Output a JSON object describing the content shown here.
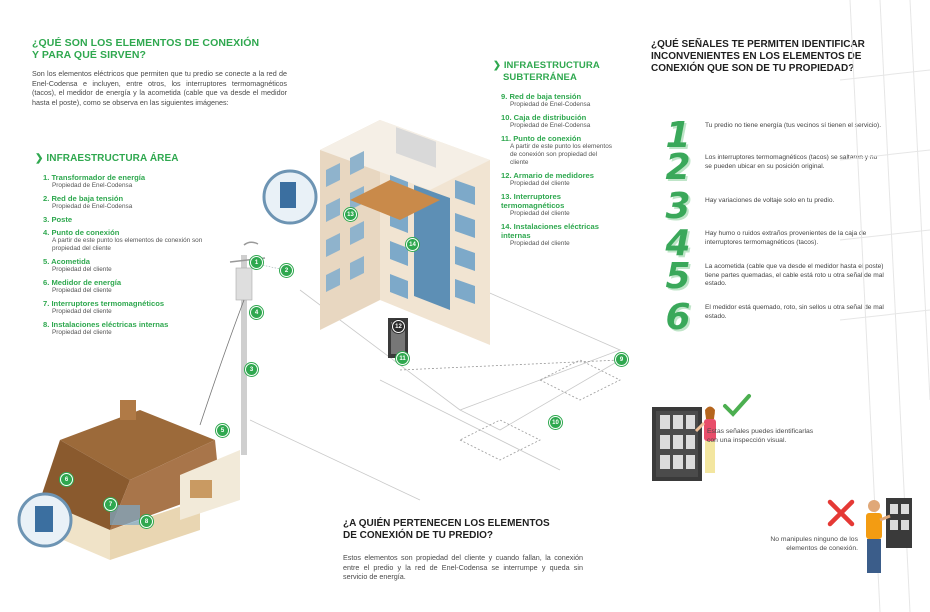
{
  "left_section": {
    "title_line1": "¿QUÉ SON LOS ELEMENTOS DE CONEXIÓN",
    "title_line2": "Y PARA QUÉ SIRVEN?",
    "body": "Son los elementos eléctricos que permiten que tu predio se conecte a la red de Enel-Codensa e incluyen, entre otros, los interruptores termomagnéticos (tacos), el medidor de energía y la acometida (cable que va desde el medidor hasta el poste), como se observa en las siguientes imágenes:"
  },
  "aerial": {
    "title": "INFRAESTRUCTURA ÁREA",
    "items": [
      {
        "label": "1. Transformador de energía",
        "sub": "Propiedad de Enel-Codensa"
      },
      {
        "label": "2. Red de baja tensión",
        "sub": "Propiedad de Enel-Codensa"
      },
      {
        "label": "3. Poste",
        "sub": ""
      },
      {
        "label": "4. Punto de conexión",
        "sub": "A partir de este punto los elementos de conexión son propiedad del cliente"
      },
      {
        "label": "5. Acometida",
        "sub": "Propiedad del cliente"
      },
      {
        "label": "6. Medidor de energía",
        "sub": "Propiedad del cliente"
      },
      {
        "label": "7. Interruptores termomagnéticos",
        "sub": "Propiedad del cliente"
      },
      {
        "label": "8. Instalaciones eléctricas internas",
        "sub": "Propiedad del cliente"
      }
    ]
  },
  "underground": {
    "title_line1": "INFRAESTRUCTURA",
    "title_line2": "SUBTERRÁNEA",
    "items": [
      {
        "label": "9. Red de baja tensión",
        "sub": "Propiedad de Enel-Codensa"
      },
      {
        "label": "10. Caja de distribución",
        "sub": "Propiedad de Enel-Codensa"
      },
      {
        "label": "11. Punto de conexión",
        "sub": "A partir de este punto los elementos de conexión son propiedad del cliente"
      },
      {
        "label": "12. Armario de medidores",
        "sub": "Propiedad del cliente"
      },
      {
        "label": "13. Interruptores termomagnéticos",
        "sub": "Propiedad del cliente"
      },
      {
        "label": "14. Instalaciones eléctricas internas",
        "sub": "Propiedad del cliente"
      }
    ]
  },
  "signals": {
    "title_line1": "¿QUÉ SEÑALES TE PERMITEN IDENTIFICAR",
    "title_line2": "INCONVENIENTES EN LOS ELEMENTOS DE",
    "title_line3": "CONEXIÓN QUE SON DE TU PROPIEDAD?",
    "items": [
      {
        "num": "1",
        "text": "Tu predio no tiene energía (tus vecinos sí tienen el servicio)."
      },
      {
        "num": "2",
        "text": "Los interruptores termomagnéticos (tacos) se saltaron y no se pueden ubicar en su posición original."
      },
      {
        "num": "3",
        "text": "Hay variaciones de voltaje solo en tu predio."
      },
      {
        "num": "4",
        "text": "Hay humo o ruidos extraños provenientes de la caja de interruptores termomagnéticos (tacos)."
      },
      {
        "num": "5",
        "text": "La acometida (cable que va desde el medidor hasta el poste) tiene partes quemadas, el cable está roto u otra señal de mal estado."
      },
      {
        "num": "6",
        "text": "El medidor está quemado, roto, sin sellos u otra señal de mal estado."
      }
    ],
    "visual_note": "Estas señales puedes identificarlas con una inspección visual.",
    "warning_note": "No manipules ninguno de los elementos de conexión."
  },
  "ownership": {
    "title_line1": "¿A QUIÉN PERTENECEN LOS ELEMENTOS",
    "title_line2": "DE CONEXIÓN DE TU PREDIO?",
    "body": "Estos elementos son propiedad del cliente y cuando fallan, la conexión entre el predio y la red de Enel-Codensa se interrumpe y queda sin servicio de energía."
  },
  "badges": [
    "1",
    "2",
    "3",
    "4",
    "5",
    "6",
    "7",
    "8",
    "9",
    "10",
    "11",
    "12",
    "13",
    "14"
  ],
  "colors": {
    "accent": "#2fa84f",
    "number_shadow": "#bfe5c8",
    "check": "#4caf50",
    "cross": "#e53935"
  }
}
